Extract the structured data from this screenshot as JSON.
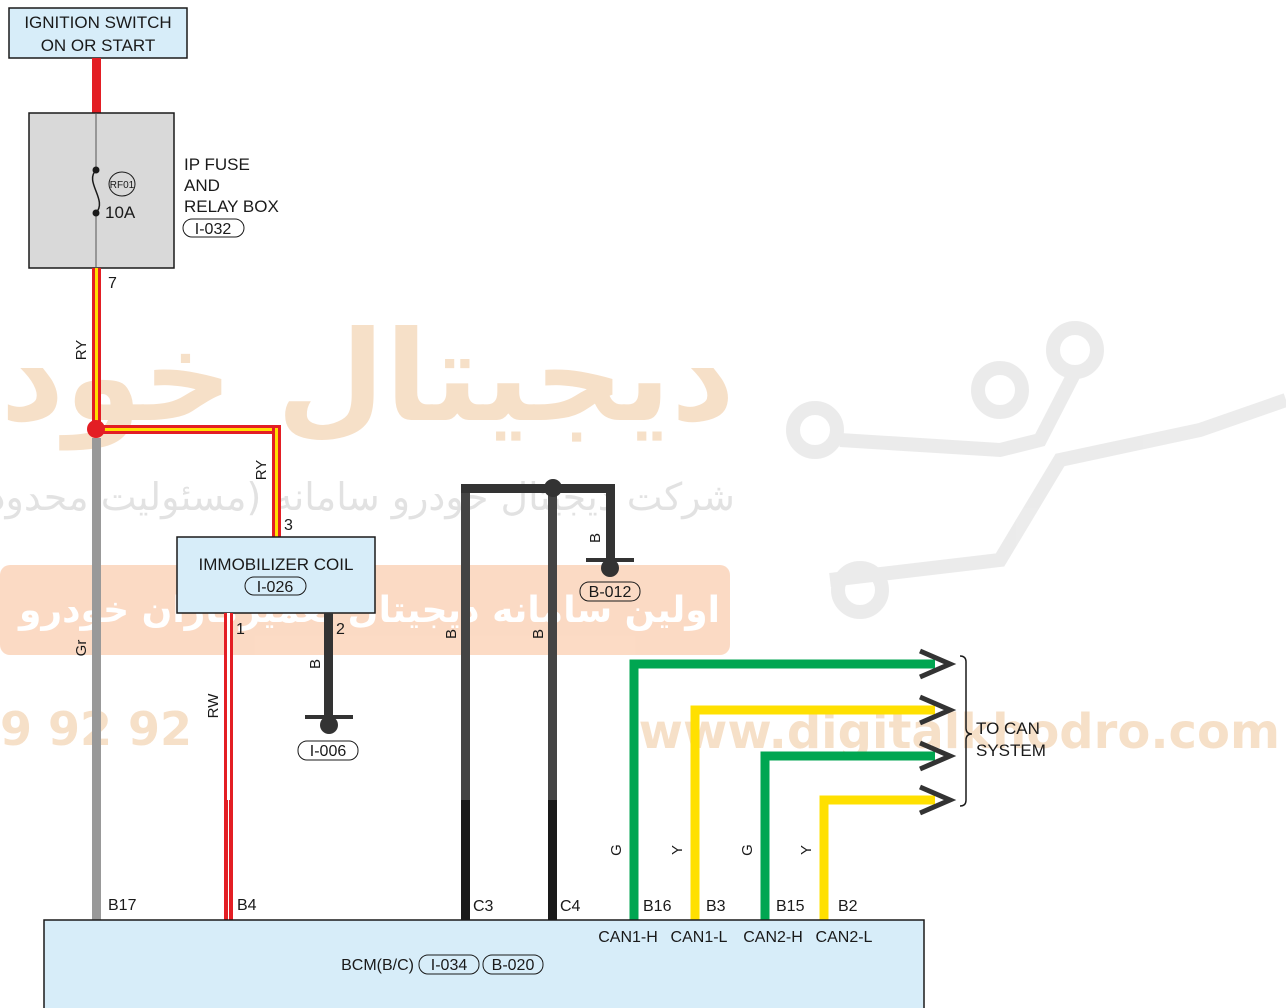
{
  "ignition": {
    "line1": "IGNITION SWITCH",
    "line2": "ON OR START"
  },
  "fuse_box": {
    "line1": "IP FUSE",
    "line2": "AND",
    "line3": "RELAY BOX",
    "connector": "I-032",
    "fuse_id": "RF01",
    "fuse_rating": "10A",
    "out_pin": "7"
  },
  "immobilizer": {
    "name": "IMMOBILIZER COIL",
    "connector": "I-026",
    "pin_in": "3",
    "pin_1": "1",
    "pin_2": "2"
  },
  "grounds": {
    "g1": "I-006",
    "g2": "B-012"
  },
  "can": {
    "line1": "TO CAN",
    "line2": "SYSTEM"
  },
  "bcm": {
    "name": "BCM(B/C)",
    "conn1": "I-034",
    "conn2": "B-020",
    "pins": [
      "B17",
      "B4",
      "C3",
      "C4",
      "B16",
      "B3",
      "B15",
      "B2"
    ],
    "can_labels": [
      "CAN1-H",
      "CAN1-L",
      "CAN2-H",
      "CAN2-L"
    ]
  },
  "wires": {
    "ry_main": "RY",
    "ry_branch": "RY",
    "gr": "Gr",
    "rw": "RW",
    "b_immo": "B",
    "b_c3": "B",
    "b_c4": "B",
    "b_ground": "B",
    "g1": "G",
    "y1": "Y",
    "g2": "G",
    "y2": "Y"
  },
  "watermark": {
    "title": "دیجیتال خودرو",
    "line1": "شرکت دیجیتال خودرو سامانه (مسئولیت محدود)",
    "line2": "اولین سامانه دیجیتال تعمیرکاران خودرو",
    "phone": "9 92 92",
    "url": "www.digitalkhodro.com"
  },
  "colors": {
    "red": "#e31e24",
    "yellow": "#ffe000",
    "green": "#00a651",
    "gray": "#999999",
    "black": "#333333",
    "box": "#d7edf9",
    "fusebox": "#d9d9d9"
  }
}
